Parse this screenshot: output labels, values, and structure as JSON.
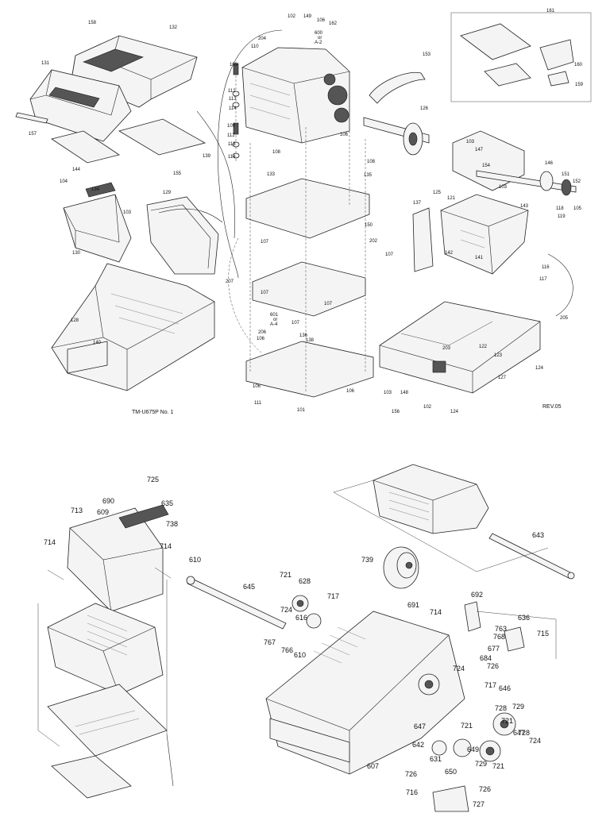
{
  "upper_diagram": {
    "model_caption": "TM-U675P No. 1",
    "revision": "REV.05",
    "callouts": [
      {
        "text": "158"
      },
      {
        "text": "132"
      },
      {
        "text": "102"
      },
      {
        "text": "149"
      },
      {
        "text": "106"
      },
      {
        "text": "162"
      },
      {
        "text": "204"
      },
      {
        "text": "110"
      },
      {
        "text": "600"
      },
      {
        "text": "or"
      },
      {
        "text": "A-2"
      },
      {
        "text": "161"
      },
      {
        "text": "131"
      },
      {
        "text": "109"
      },
      {
        "text": "153"
      },
      {
        "text": "160"
      },
      {
        "text": "112"
      },
      {
        "text": "113"
      },
      {
        "text": "114"
      },
      {
        "text": "159"
      },
      {
        "text": "126"
      },
      {
        "text": "157"
      },
      {
        "text": "109"
      },
      {
        "text": "112"
      },
      {
        "text": "113"
      },
      {
        "text": "106"
      },
      {
        "text": "114"
      },
      {
        "text": "108"
      },
      {
        "text": "103"
      },
      {
        "text": "147"
      },
      {
        "text": "139"
      },
      {
        "text": "108"
      },
      {
        "text": "144"
      },
      {
        "text": "155"
      },
      {
        "text": "133"
      },
      {
        "text": "135"
      },
      {
        "text": "154"
      },
      {
        "text": "146"
      },
      {
        "text": "104"
      },
      {
        "text": "151"
      },
      {
        "text": "134"
      },
      {
        "text": "129"
      },
      {
        "text": "125"
      },
      {
        "text": "121"
      },
      {
        "text": "103"
      },
      {
        "text": "152"
      },
      {
        "text": "105"
      },
      {
        "text": "103"
      },
      {
        "text": "137"
      },
      {
        "text": "143"
      },
      {
        "text": "118"
      },
      {
        "text": "119"
      },
      {
        "text": "130"
      },
      {
        "text": "107"
      },
      {
        "text": "150"
      },
      {
        "text": "202"
      },
      {
        "text": "107"
      },
      {
        "text": "142"
      },
      {
        "text": "141"
      },
      {
        "text": "116"
      },
      {
        "text": "207"
      },
      {
        "text": "117"
      },
      {
        "text": "128"
      },
      {
        "text": "107"
      },
      {
        "text": "601"
      },
      {
        "text": "or"
      },
      {
        "text": "A-4"
      },
      {
        "text": "206"
      },
      {
        "text": "107"
      },
      {
        "text": "106"
      },
      {
        "text": "138"
      },
      {
        "text": "205"
      },
      {
        "text": "136"
      },
      {
        "text": "140"
      },
      {
        "text": "203"
      },
      {
        "text": "122"
      },
      {
        "text": "123"
      },
      {
        "text": "127"
      },
      {
        "text": "124"
      },
      {
        "text": "106"
      },
      {
        "text": "106"
      },
      {
        "text": "103"
      },
      {
        "text": "148"
      },
      {
        "text": "111"
      },
      {
        "text": "101"
      },
      {
        "text": "156"
      },
      {
        "text": "102"
      },
      {
        "text": "124"
      },
      {
        "text": "107"
      }
    ]
  },
  "lower_diagram": {
    "callouts": [
      {
        "text": "725"
      },
      {
        "text": "690"
      },
      {
        "text": "635"
      },
      {
        "text": "713"
      },
      {
        "text": "609"
      },
      {
        "text": "738"
      },
      {
        "text": "714"
      },
      {
        "text": "714"
      },
      {
        "text": "610"
      },
      {
        "text": "643"
      },
      {
        "text": "645"
      },
      {
        "text": "739"
      },
      {
        "text": "721"
      },
      {
        "text": "628"
      },
      {
        "text": "717"
      },
      {
        "text": "692"
      },
      {
        "text": "724"
      },
      {
        "text": "616"
      },
      {
        "text": "691"
      },
      {
        "text": "714"
      },
      {
        "text": "636"
      },
      {
        "text": "763"
      },
      {
        "text": "768"
      },
      {
        "text": "715"
      },
      {
        "text": "767"
      },
      {
        "text": "766"
      },
      {
        "text": "610"
      },
      {
        "text": "677"
      },
      {
        "text": "684"
      },
      {
        "text": "726"
      },
      {
        "text": "724"
      },
      {
        "text": "717"
      },
      {
        "text": "646"
      },
      {
        "text": "729"
      },
      {
        "text": "728"
      },
      {
        "text": "721"
      },
      {
        "text": "647"
      },
      {
        "text": "721"
      },
      {
        "text": "728"
      },
      {
        "text": "724"
      },
      {
        "text": "642"
      },
      {
        "text": "647"
      },
      {
        "text": "649"
      },
      {
        "text": "631"
      },
      {
        "text": "729"
      },
      {
        "text": "721"
      },
      {
        "text": "607"
      },
      {
        "text": "726"
      },
      {
        "text": "650"
      },
      {
        "text": "716"
      },
      {
        "text": "726"
      },
      {
        "text": "727"
      }
    ]
  }
}
